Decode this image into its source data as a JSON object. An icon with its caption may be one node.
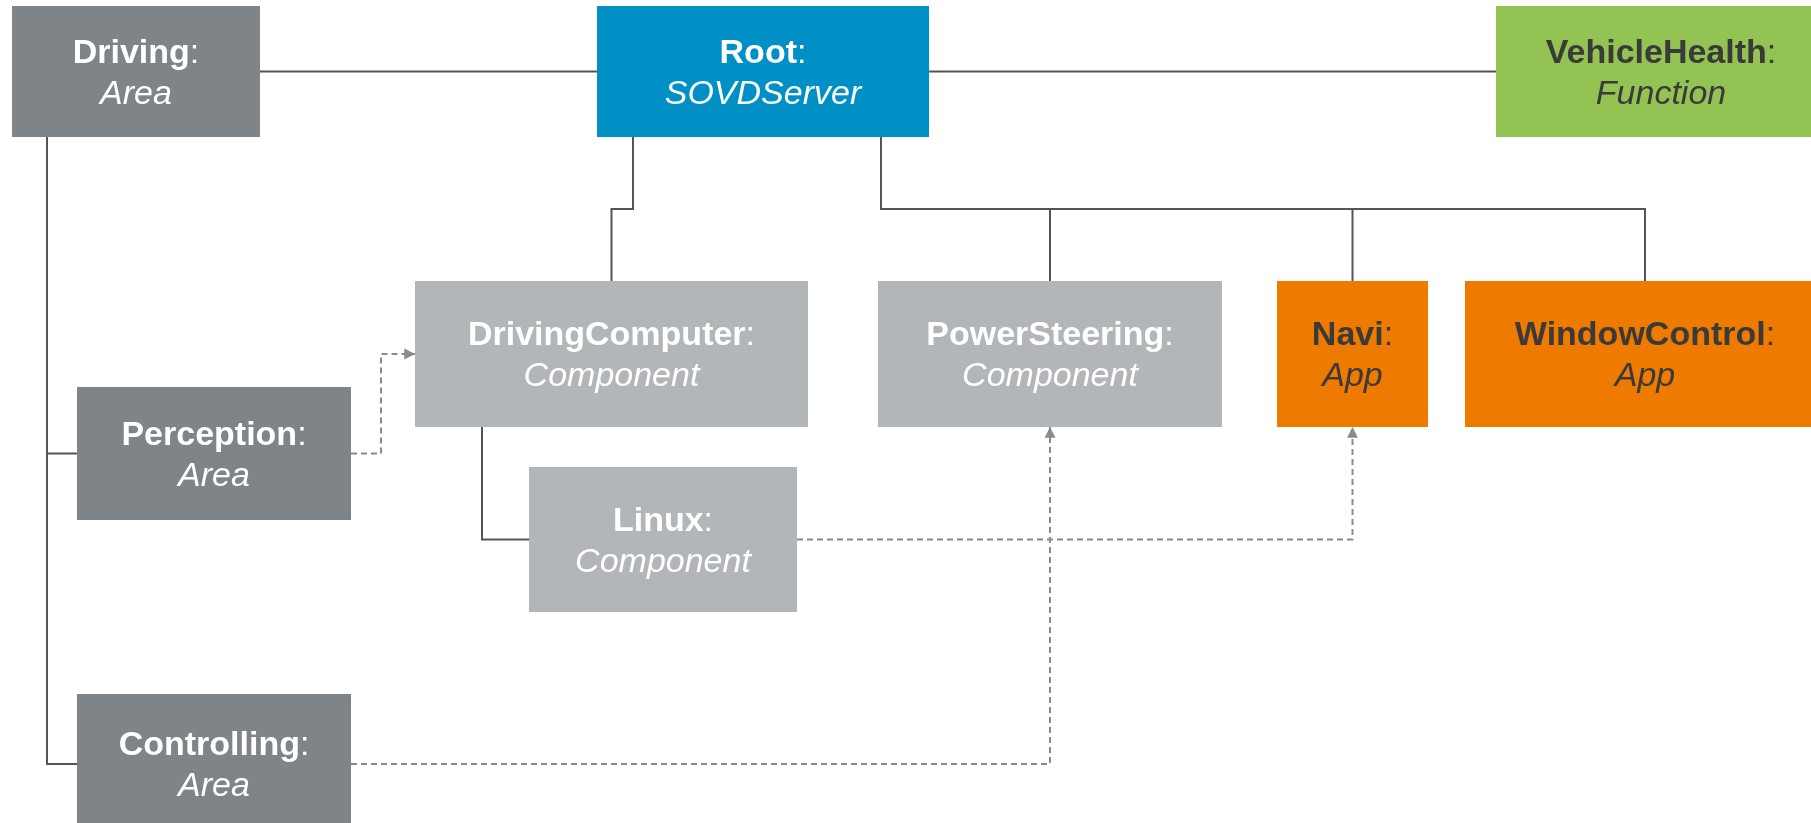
{
  "diagram": {
    "nodes": [
      {
        "text": [
          "**Driving**:",
          "Area"
        ]
      },
      {
        "text": [
          "**Root**:",
          "SOVDServer"
        ]
      },
      {
        "text": [
          "**VehicleHealth**:",
          "Function"
        ]
      },
      {
        "text": [
          "**Perception**:",
          "Area"
        ]
      },
      {
        "text": [
          "**DrivingComputer**:",
          "Component"
        ]
      },
      {
        "text": [
          "**PowerSteering**:",
          "Component"
        ]
      },
      {
        "text": [
          "**Navi**:",
          "App"
        ]
      },
      {
        "text": [
          "**WindowControl**:",
          "App"
        ]
      },
      {
        "text": [
          "**Linux**:",
          "Component"
        ]
      },
      {
        "text": [
          "**Controlling**:",
          "Area"
        ]
      }
    ],
    "edges": [
      {
        "from": 0,
        "to": 1,
        "arrow": "none"
      },
      {
        "from": 1,
        "to": 2,
        "arrow": "none"
      },
      {
        "from": 1,
        "to": 4,
        "arrow": "none"
      },
      {
        "from": 1,
        "to": 5,
        "arrow": "none"
      },
      {
        "from": 1,
        "to": 6,
        "arrow": "none"
      },
      {
        "from": 1,
        "to": 7,
        "arrow": "none"
      },
      {
        "from": 0,
        "to": 3,
        "arrow": "none"
      },
      {
        "from": 0,
        "to": 9,
        "arrow": "none"
      },
      {
        "from": 4,
        "to": 8,
        "arrow": "none"
      },
      {
        "from": 3,
        "to": 4,
        "arrow": "to",
        "style": "dashed",
        "color": "#8a8a8a"
      },
      {
        "from": 8,
        "to": 6,
        "arrow": "to",
        "style": "dashed",
        "color": "#8a8a8a"
      },
      {
        "from": 9,
        "to": 5,
        "arrow": "to",
        "style": "dashed",
        "color": "#8a8a8a"
      }
    ]
  }
}
